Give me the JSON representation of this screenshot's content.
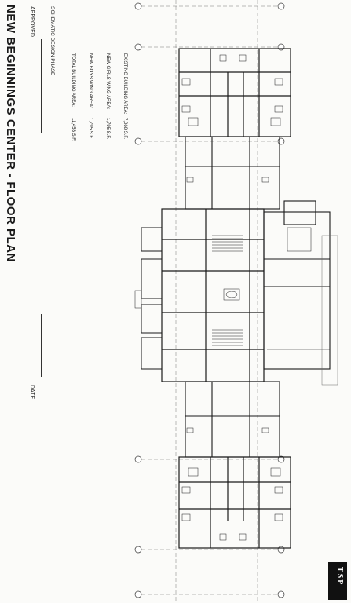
{
  "sheet": {
    "identifier": "",
    "title": "NEW BEGINNINGS CENTER - FLOOR PLAN",
    "approved_label": "APPROVED",
    "date_label": "DATE",
    "phase": "SCHEMATIC DESIGN PHASE"
  },
  "stats": [
    {
      "label": "EXISTING BUILDING AREA:",
      "value": "7,068 S.F."
    },
    {
      "label": "NEW GIRLS WING AREA:",
      "value": "1,795 S.F."
    },
    {
      "label": "NEW BOYS WING AREA:",
      "value": "1,795 S.F."
    },
    {
      "label": "TOTAL BUILDING AREA:",
      "value": "11,453 S.F."
    }
  ],
  "firm": {
    "logo": "TSP",
    "address": ""
  }
}
